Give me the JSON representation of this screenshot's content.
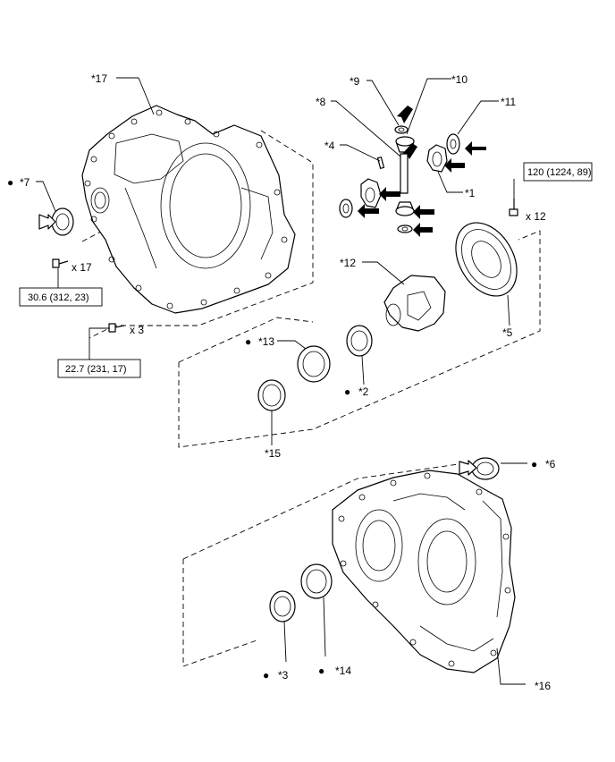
{
  "labels": {
    "p1": "*1",
    "p2": "*2",
    "p3": "*3",
    "p4": "*4",
    "p5": "*5",
    "p6": "*6",
    "p7": "*7",
    "p8": "*8",
    "p9": "*9",
    "p10": "*10",
    "p11": "*11",
    "p12": "*12",
    "p13": "*13",
    "p14": "*14",
    "p15": "*15",
    "p16": "*16",
    "p17": "*17"
  },
  "torque": {
    "housing_bolts": "30.6 (312, 23)",
    "case_bolts": "22.7 (231, 17)",
    "ring_gear_bolts": "120 (1224, 89)"
  },
  "quantities": {
    "housing_bolts": "x 17",
    "case_bolts": "x 3",
    "ring_gear_bolts": "x 12"
  },
  "marks": {
    "non_reusable": "●"
  }
}
